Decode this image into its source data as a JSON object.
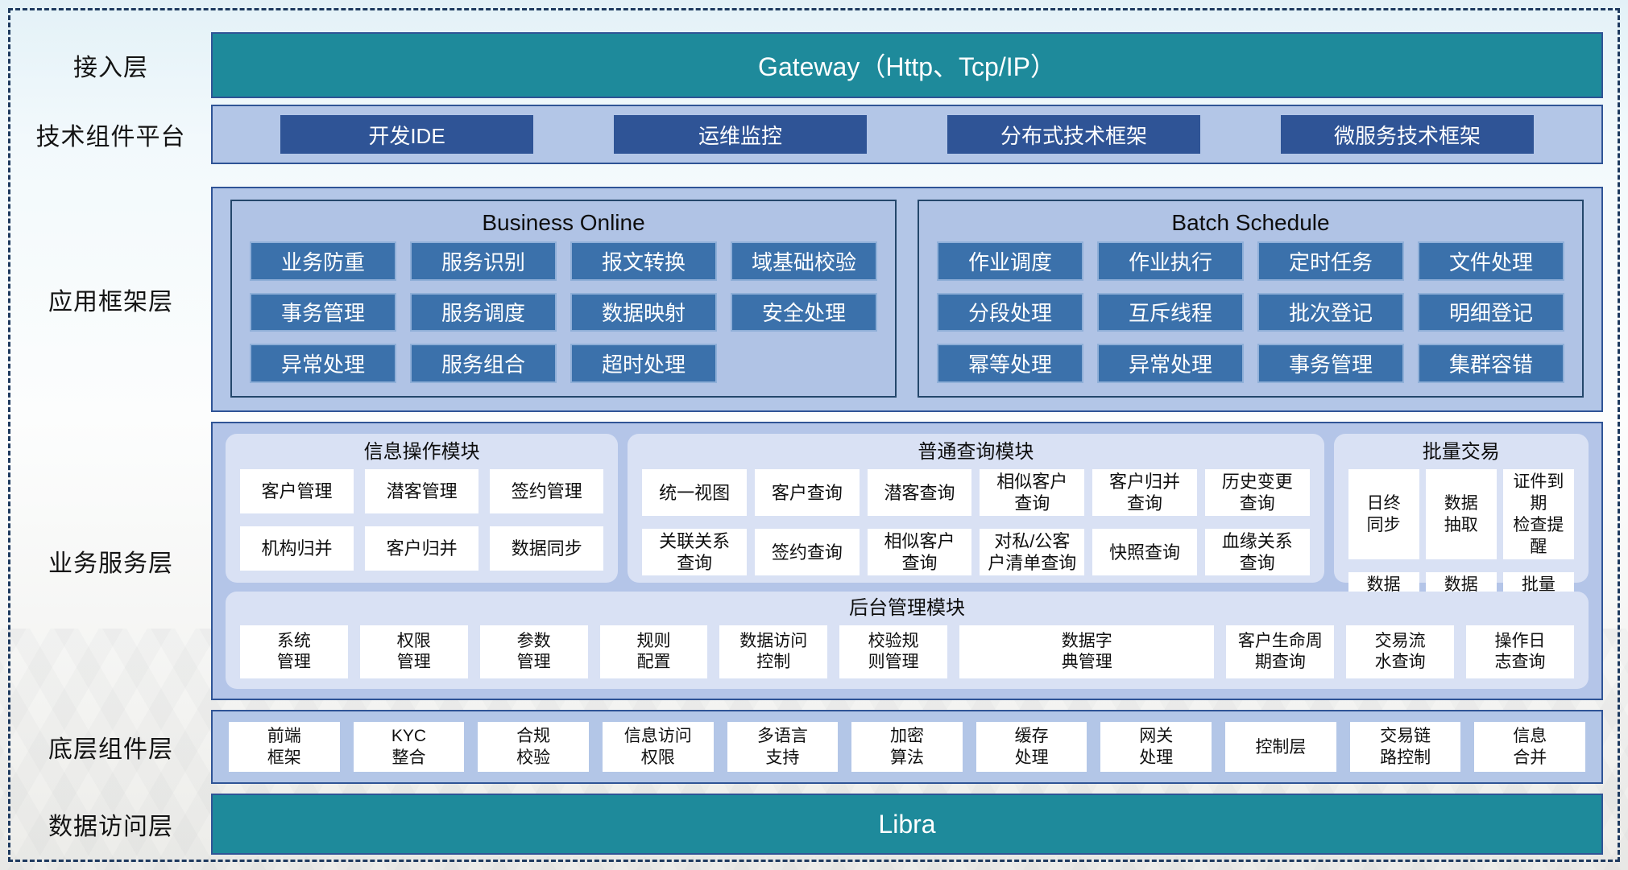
{
  "colors": {
    "teal_bar": "#1e8a9b",
    "dark_blue": "#2f5496",
    "panel_blue": "#b3c6e7",
    "item_steel_blue": "#3b71ab",
    "item_border": "#8fafd8",
    "sub_panel": "#d9e1f4",
    "box_border": "#24476b",
    "dashed_frame": "#1e3a5f",
    "item_white": "#ffffff"
  },
  "access_layer": {
    "label": "接入层",
    "gateway_label": "Gateway（Http、Tcp/IP）"
  },
  "tech_platform": {
    "label": "技术组件平台",
    "items": [
      "开发IDE",
      "运维监控",
      "分布式技术框架",
      "微服务技术框架"
    ]
  },
  "app_framework": {
    "label": "应用框架层",
    "business_online": {
      "title": "Business Online",
      "items": [
        "业务防重",
        "服务识别",
        "报文转换",
        "域基础校验",
        "事务管理",
        "服务调度",
        "数据映射",
        "安全处理",
        "异常处理",
        "服务组合",
        "超时处理"
      ]
    },
    "batch_schedule": {
      "title": "Batch Schedule",
      "items": [
        "作业调度",
        "作业执行",
        "定时任务",
        "文件处理",
        "分段处理",
        "互斥线程",
        "批次登记",
        "明细登记",
        "幂等处理",
        "异常处理",
        "事务管理",
        "集群容错"
      ]
    }
  },
  "business_service": {
    "label": "业务服务层",
    "info_module": {
      "title": "信息操作模块",
      "items": [
        "客户管理",
        "潜客管理",
        "签约管理",
        "机构归并",
        "客户归并",
        "数据同步"
      ]
    },
    "query_module": {
      "title": "普通查询模块",
      "items": [
        "统一视图",
        "客户查询",
        "潜客查询",
        "相似客户\n查询",
        "客户归并\n查询",
        "历史变更\n查询",
        "关联关系\n查询",
        "签约查询",
        "相似客户\n查询",
        "对私/公客\n户清单查询",
        "快照查询",
        "血缘关系\n查询"
      ]
    },
    "batch_module": {
      "title": "批量交易",
      "items": [
        "日终\n同步",
        "数据\n抽取",
        "证件到期\n检查提醒",
        "数据\n转换",
        "数据\n装载",
        "批量\n开户"
      ]
    },
    "admin_module": {
      "title": "后台管理模块",
      "items": [
        "系统\n管理",
        "权限\n管理",
        "参数\n管理",
        "规则\n配置",
        "数据访问\n控制",
        "校验规\n则管理",
        "数据字\n典管理",
        "客户生命周期查询",
        "交易流\n水查询",
        "操作日\n志查询"
      ]
    }
  },
  "base_components": {
    "label": "底层组件层",
    "items": [
      "前端\n框架",
      "KYC\n整合",
      "合规\n校验",
      "信息访问\n权限",
      "多语言\n支持",
      "加密\n算法",
      "缓存\n处理",
      "网关\n处理",
      "控制层",
      "交易链\n路控制",
      "信息\n合并"
    ]
  },
  "data_access": {
    "label": "数据访问层",
    "platform_label": "Libra"
  }
}
